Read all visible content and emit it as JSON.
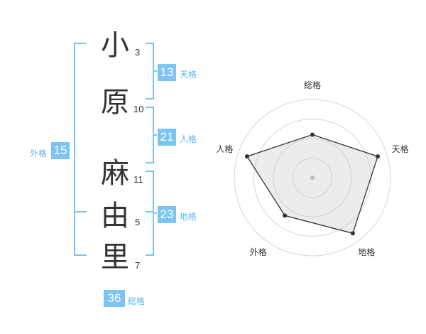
{
  "name": {
    "chars": [
      {
        "char": "小",
        "strokes": "3"
      },
      {
        "char": "原",
        "strokes": "10"
      },
      {
        "char": "麻",
        "strokes": "11"
      },
      {
        "char": "由",
        "strokes": "5"
      },
      {
        "char": "里",
        "strokes": "7"
      }
    ]
  },
  "fortunes": {
    "tenkaku": {
      "value": "13",
      "label": "天格"
    },
    "jinkaku": {
      "value": "21",
      "label": "人格"
    },
    "chikaku": {
      "value": "23",
      "label": "地格"
    },
    "gaikaku": {
      "value": "15",
      "label": "外格"
    },
    "soukaku": {
      "value": "36",
      "label": "総格"
    }
  },
  "colors": {
    "accent": "#7cc4f2",
    "label_text": "#5cb6ee"
  },
  "chart_data": {
    "type": "radar",
    "axes": [
      "総格",
      "天格",
      "地格",
      "外格",
      "人格"
    ],
    "values": [
      0.55,
      0.88,
      0.88,
      0.6,
      0.88
    ],
    "scale_max": 1,
    "rings": 4
  }
}
